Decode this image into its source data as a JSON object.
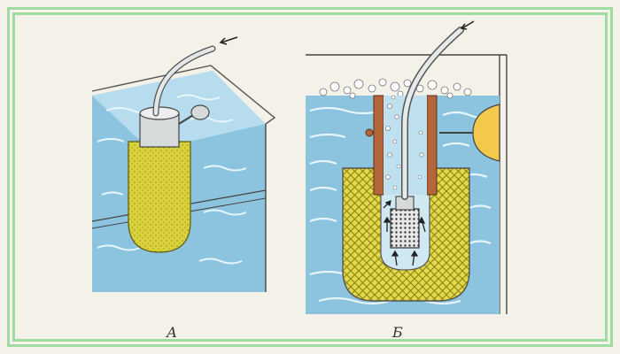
{
  "figure": {
    "panels": [
      {
        "id": "a",
        "label": "А"
      },
      {
        "id": "b",
        "label": "Б"
      }
    ]
  },
  "colors": {
    "water": "#8cc4df",
    "water_light": "#bfe1ef",
    "sponge": "#d9d23a",
    "sponge_dark": "#a8a420",
    "tube": "#c9cfd2",
    "frame": "#9fdca2",
    "paper": "#f4f1e8",
    "brown": "#b5653a"
  }
}
